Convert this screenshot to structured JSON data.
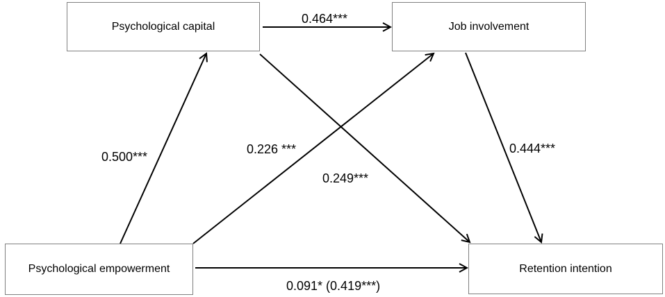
{
  "nodes": {
    "psychological_capital": "Psychological capital",
    "job_involvement": "Job involvement",
    "psychological_empowerment": "Psychological empowerment",
    "retention_intention": "Retention intention"
  },
  "paths": {
    "capital_to_job": "0.464***",
    "empowerment_to_capital": "0.500***",
    "empowerment_to_job": "0.226 ***",
    "capital_to_retention": "0.249***",
    "job_to_retention": "0.444***",
    "empowerment_to_retention": "0.091* (0.419***)"
  },
  "colors": {
    "arrow": "#000000",
    "box_border": "#7f7f7f"
  }
}
